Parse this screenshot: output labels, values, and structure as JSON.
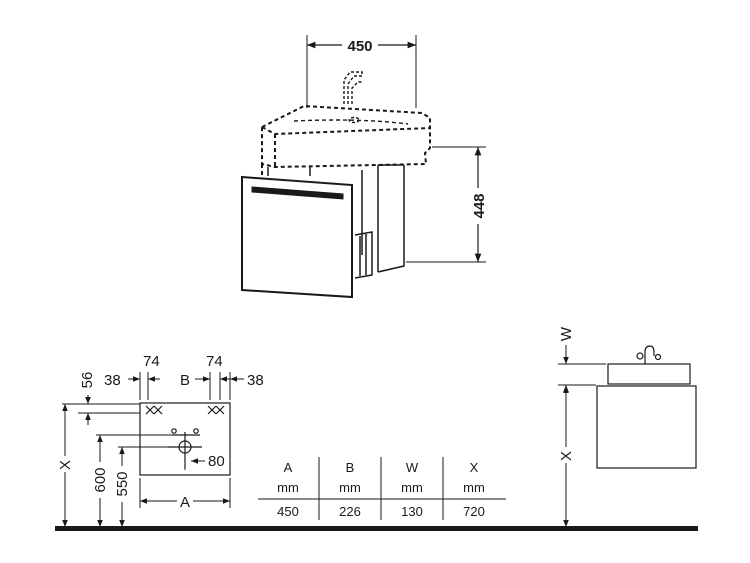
{
  "top_view": {
    "width_label": "450",
    "height_label": "448"
  },
  "wall_view": {
    "d56": "56",
    "d38_left": "38",
    "d74_left": "74",
    "b_label": "B",
    "d74_right": "74",
    "d38_right": "38",
    "x_label": "X",
    "d600": "600",
    "d550": "550",
    "d80": "80",
    "a_label": "A"
  },
  "table": {
    "headers": [
      "A",
      "B",
      "W",
      "X"
    ],
    "units": [
      "mm",
      "mm",
      "mm",
      "mm"
    ],
    "values": [
      "450",
      "226",
      "130",
      "720"
    ]
  },
  "side_view": {
    "w_label": "W",
    "x_label": "X"
  },
  "colors": {
    "line": "#1a1a1a",
    "floor": "#1a1a1a"
  }
}
